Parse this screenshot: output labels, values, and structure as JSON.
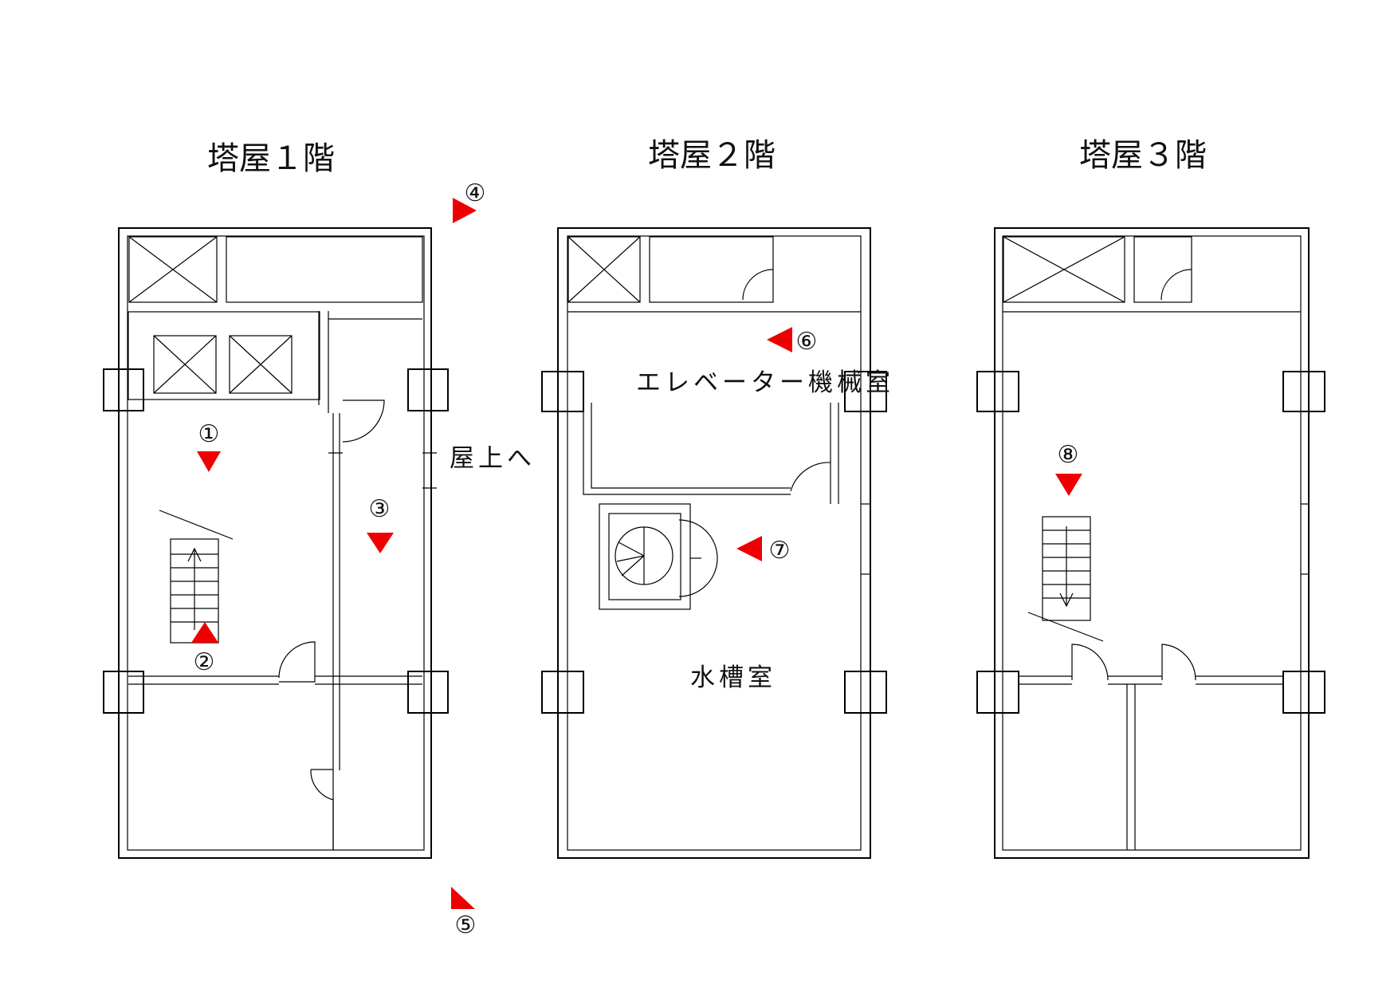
{
  "floors": [
    {
      "title": "塔屋１階"
    },
    {
      "title": "塔屋２階"
    },
    {
      "title": "塔屋３階"
    }
  ],
  "rooms": {
    "elevator_machine_room": "エレベーター機械室",
    "water_tank_room": "水槽室",
    "to_rooftop": "屋上へ"
  },
  "markers": [
    {
      "id": "1",
      "label": "①",
      "direction": "down"
    },
    {
      "id": "2",
      "label": "②",
      "direction": "up"
    },
    {
      "id": "3",
      "label": "③",
      "direction": "down"
    },
    {
      "id": "4",
      "label": "④",
      "direction": "right-down"
    },
    {
      "id": "5",
      "label": "⑤",
      "direction": "right-up"
    },
    {
      "id": "6",
      "label": "⑥",
      "direction": "left"
    },
    {
      "id": "7",
      "label": "⑦",
      "direction": "left"
    },
    {
      "id": "8",
      "label": "⑧",
      "direction": "down"
    }
  ],
  "colors": {
    "marker": "#ee0000",
    "line": "#000000",
    "background": "#ffffff"
  }
}
